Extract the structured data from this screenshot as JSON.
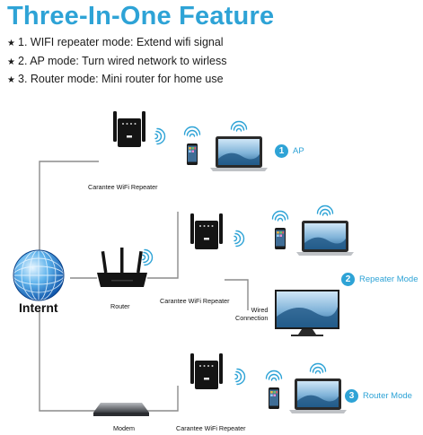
{
  "header": {
    "title": "Three-In-One Feature",
    "bullet_glyph": "★",
    "features": [
      "1. WIFI repeater mode: Extend wifi signal",
      "2. AP mode: Turn wired network to wirless",
      "3. Router mode: Mini router for home use"
    ]
  },
  "diagram": {
    "internet_label": "Internt",
    "router_label": "Router",
    "modem_label": "Modem",
    "repeater_label": "Carantee WiFi Repeater",
    "wired_connection_label": [
      "Wired",
      "Connection"
    ],
    "modes": [
      {
        "number": "1",
        "label": "AP"
      },
      {
        "number": "2",
        "label": "Repeater Mode"
      },
      {
        "number": "3",
        "label": "Router Mode"
      }
    ]
  },
  "colors": {
    "accent": "#2ea3d6",
    "line": "#8c8c8c",
    "device": "#141414"
  },
  "icons": [
    "wifi-icon",
    "globe-icon",
    "smartphone-icon",
    "laptop-icon",
    "monitor-icon"
  ]
}
